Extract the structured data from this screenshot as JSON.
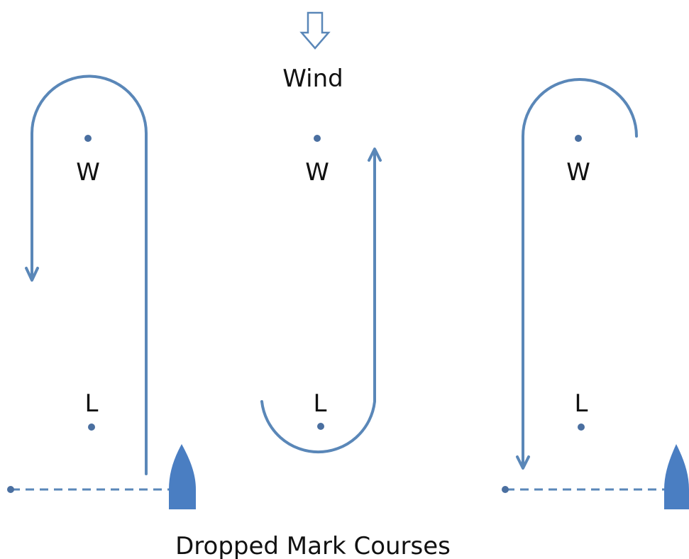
{
  "diagram": {
    "wind_label": "Wind",
    "caption": "Dropped Mark Courses",
    "colors": {
      "course": "#5a87b8",
      "mark": "#4a6fa0",
      "boat": "#4a7ec2",
      "text": "#111111"
    },
    "panels": [
      {
        "windward_label": "W",
        "leeward_label": "L"
      },
      {
        "windward_label": "W",
        "leeward_label": "L"
      },
      {
        "windward_label": "W",
        "leeward_label": "L"
      }
    ]
  }
}
